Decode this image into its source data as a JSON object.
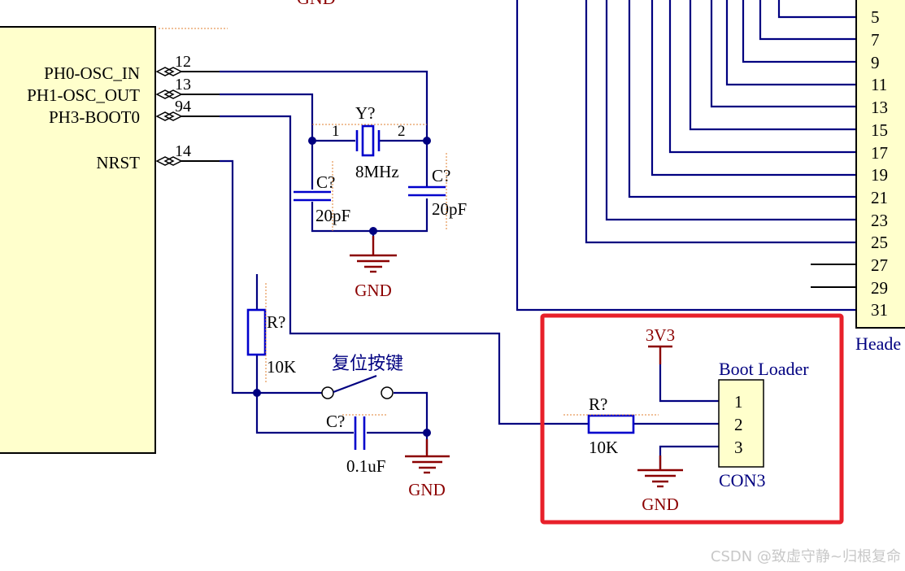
{
  "mcu": {
    "pins": [
      {
        "name": "PH0-OSC_IN",
        "number": "12"
      },
      {
        "name": "PH1-OSC_OUT",
        "number": "13"
      },
      {
        "name": "PH3-BOOT0",
        "number": "94"
      },
      {
        "name": "NRST",
        "number": "14"
      }
    ]
  },
  "top_gnd_label": "GND",
  "crystal": {
    "designator": "Y?",
    "value": "8MHz",
    "pin1": "1",
    "pin2": "2"
  },
  "cap_left": {
    "designator": "C?",
    "value": "20pF"
  },
  "cap_right": {
    "designator": "C?",
    "value": "20pF"
  },
  "osc_gnd": "GND",
  "reset_resistor": {
    "designator": "R?",
    "value": "10K"
  },
  "reset_button": {
    "label": "复位按键"
  },
  "reset_cap": {
    "designator": "C?",
    "value": "0.1uF"
  },
  "reset_gnd": "GND",
  "boot": {
    "supply": "3V3",
    "resistor": {
      "designator": "R?",
      "value": "10K"
    },
    "gnd": "GND",
    "connector_title": "Boot Loader",
    "connector_name": "CON3",
    "connector_pins": [
      "1",
      "2",
      "3"
    ]
  },
  "header": {
    "pins": [
      "5",
      "7",
      "9",
      "11",
      "13",
      "15",
      "17",
      "19",
      "21",
      "23",
      "25",
      "27",
      "29",
      "31"
    ],
    "label": "Heade"
  },
  "highlight_color": "#e8202a",
  "watermark": "CSDN @致虚守静~归根复命"
}
